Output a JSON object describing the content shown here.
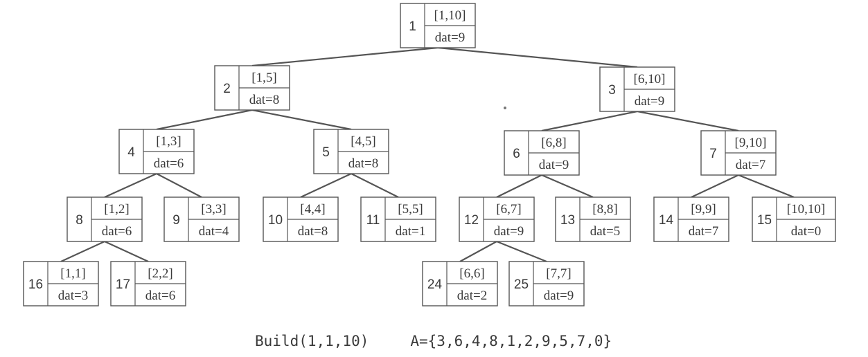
{
  "tree": {
    "nodes": [
      {
        "id": "1",
        "range": "[1,10]",
        "dat": "dat=9"
      },
      {
        "id": "2",
        "range": "[1,5]",
        "dat": "dat=8"
      },
      {
        "id": "3",
        "range": "[6,10]",
        "dat": "dat=9"
      },
      {
        "id": "4",
        "range": "[1,3]",
        "dat": "dat=6"
      },
      {
        "id": "5",
        "range": "[4,5]",
        "dat": "dat=8"
      },
      {
        "id": "6",
        "range": "[6,8]",
        "dat": "dat=9"
      },
      {
        "id": "7",
        "range": "[9,10]",
        "dat": "dat=7"
      },
      {
        "id": "8",
        "range": "[1,2]",
        "dat": "dat=6"
      },
      {
        "id": "9",
        "range": "[3,3]",
        "dat": "dat=4"
      },
      {
        "id": "10",
        "range": "[4,4]",
        "dat": "dat=8"
      },
      {
        "id": "11",
        "range": "[5,5]",
        "dat": "dat=1"
      },
      {
        "id": "12",
        "range": "[6,7]",
        "dat": "dat=9"
      },
      {
        "id": "13",
        "range": "[8,8]",
        "dat": "dat=5"
      },
      {
        "id": "14",
        "range": "[9,9]",
        "dat": "dat=7"
      },
      {
        "id": "15",
        "range": "[10,10]",
        "dat": "dat=0"
      },
      {
        "id": "16",
        "range": "[1,1]",
        "dat": "dat=3"
      },
      {
        "id": "17",
        "range": "[2,2]",
        "dat": "dat=6"
      },
      {
        "id": "24",
        "range": "[6,6]",
        "dat": "dat=2"
      },
      {
        "id": "25",
        "range": "[7,7]",
        "dat": "dat=9"
      }
    ],
    "edges": [
      [
        "1",
        "2"
      ],
      [
        "1",
        "3"
      ],
      [
        "2",
        "4"
      ],
      [
        "2",
        "5"
      ],
      [
        "3",
        "6"
      ],
      [
        "3",
        "7"
      ],
      [
        "4",
        "8"
      ],
      [
        "4",
        "9"
      ],
      [
        "5",
        "10"
      ],
      [
        "5",
        "11"
      ],
      [
        "6",
        "12"
      ],
      [
        "6",
        "13"
      ],
      [
        "7",
        "14"
      ],
      [
        "7",
        "15"
      ],
      [
        "8",
        "16"
      ],
      [
        "8",
        "17"
      ],
      [
        "12",
        "24"
      ],
      [
        "12",
        "25"
      ]
    ]
  },
  "caption": {
    "call": "Build(1,1,10)",
    "array": "A={3,6,4,8,1,2,9,5,7,0}"
  }
}
